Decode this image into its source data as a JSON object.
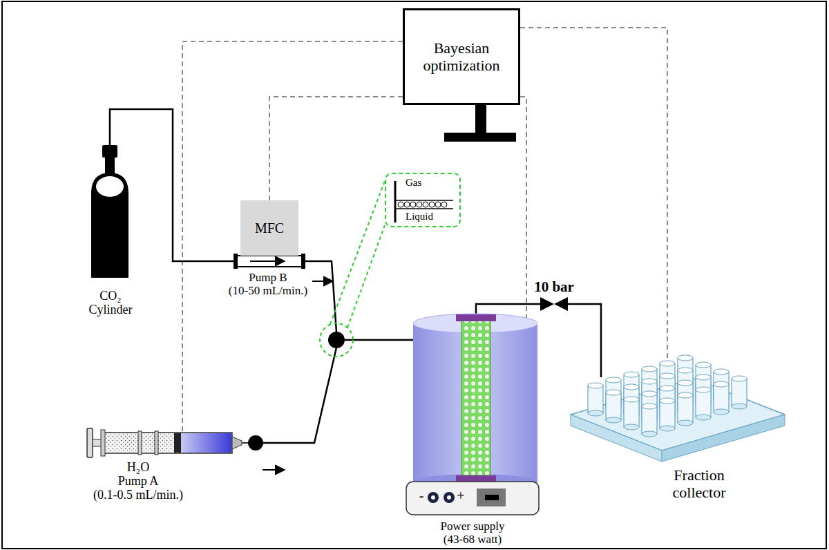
{
  "diagram": {
    "nodes": [
      {
        "text": [
          "Bayesian optimization"
        ]
      },
      {
        "text": [
          "MFC"
        ]
      },
      {
        "text": [
          "Gas",
          "Liquid"
        ]
      }
    ],
    "edges": [
      {
        "from": 0,
        "to": 1,
        "arrow": "none"
      }
    ],
    "labels": [
      "CO₂ Cylinder",
      "Pump B (10-50 mL/min.)",
      "H₂O Pump A (0.1-0.5 mL/min.)",
      "10 bar",
      "-",
      "+",
      "Power supply (43-68 watt)",
      "Fraction collector"
    ]
  }
}
